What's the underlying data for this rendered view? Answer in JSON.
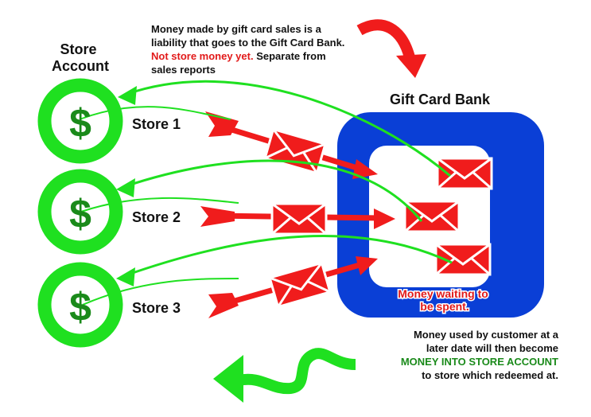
{
  "store_account_label": [
    "Store",
    "Account"
  ],
  "bank_title": "Gift Card Bank",
  "stores": [
    {
      "label": "Store 1"
    },
    {
      "label": "Store 2"
    },
    {
      "label": "Store 3"
    }
  ],
  "currency_symbol": "$",
  "waiting_label": [
    "Money waiting to",
    "be spent."
  ],
  "top_note": {
    "part1": "Money made by gift card sales is a liability that goes to the Gift Card Bank. ",
    "highlight": "Not store money yet.",
    "part2": " Separate from sales reports"
  },
  "bottom_note": {
    "line1": "Money used by customer at a",
    "line2": "later date will then become",
    "highlight": "MONEY INTO STORE ACCOUNT",
    "line3": "to store which redeemed at."
  },
  "colors": {
    "red": "#f01c1c",
    "green": "#1fe020",
    "dark_green": "#1a8a1a",
    "blue": "#0a3fd6",
    "text": "#111111"
  },
  "icons": [
    "dollar-coin-icon",
    "envelope-icon",
    "arrow-icon"
  ]
}
